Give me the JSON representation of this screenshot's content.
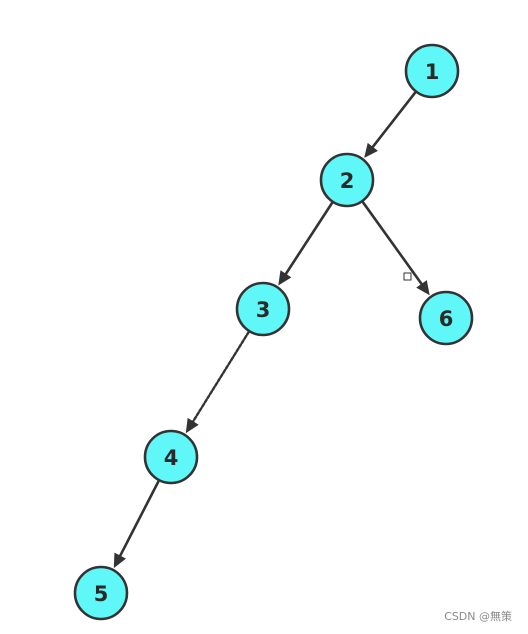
{
  "nodes": [
    {
      "id": "1",
      "label": "1"
    },
    {
      "id": "2",
      "label": "2"
    },
    {
      "id": "3",
      "label": "3"
    },
    {
      "id": "4",
      "label": "4"
    },
    {
      "id": "5",
      "label": "5"
    },
    {
      "id": "6",
      "label": "6"
    }
  ],
  "edges": [
    {
      "from": "1",
      "to": "2",
      "style": "solid"
    },
    {
      "from": "2",
      "to": "3",
      "style": "solid"
    },
    {
      "from": "2",
      "to": "6",
      "style": "solid"
    },
    {
      "from": "3",
      "to": "4",
      "style": "dashed"
    },
    {
      "from": "4",
      "to": "5",
      "style": "solid"
    }
  ],
  "colors": {
    "node_fill": "#5ff7f7",
    "stroke": "#333333"
  },
  "watermark": "CSDN @無策"
}
